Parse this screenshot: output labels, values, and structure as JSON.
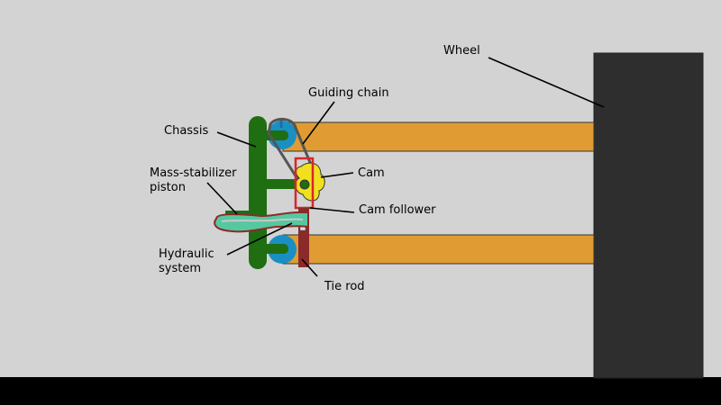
{
  "labels": {
    "wheel": "Wheel",
    "guiding_chain": "Guiding chain",
    "chassis": "Chassis",
    "cam": "Cam",
    "mass_stabilizer_piston": "Mass-stabilizer\npiston",
    "cam_follower": "Cam follower",
    "hydraulic_system": "Hydraulic\nsystem",
    "tie_rod": "Tie rod"
  },
  "colors": {
    "background": "#d3d3d3",
    "ground": "#000000",
    "wheel": "#2e2e2e",
    "beam": "#e09c33",
    "chassis": "#1f6e12",
    "pulley": "#1a8fc4",
    "cam": "#f0e020",
    "cam_follower_frame": "#d8262b",
    "tie_rod": "#8b2a2a",
    "hydraulic": "#55c8a0"
  }
}
